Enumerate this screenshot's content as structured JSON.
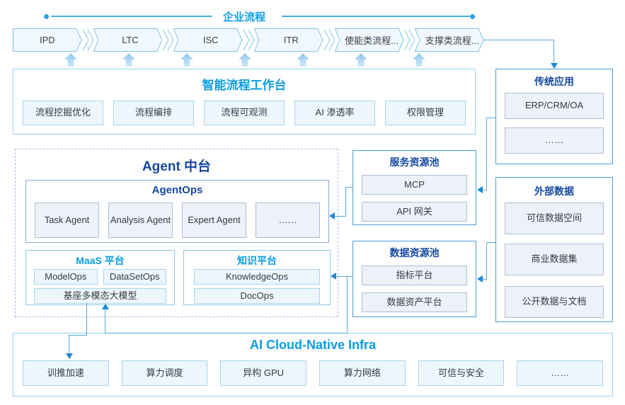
{
  "top": {
    "title": "企业流程",
    "chevrons": [
      "IPD",
      "LTC",
      "ISC",
      "ITR",
      "使能类流程...",
      "支撑类流程..."
    ]
  },
  "workbench": {
    "title": "智能流程工作台",
    "items": [
      "流程挖掘优化",
      "流程编排",
      "流程可观测",
      "AI 渗透率",
      "权限管理"
    ]
  },
  "legacy": {
    "title": "传统应用",
    "items": [
      "ERP/CRM/OA",
      "……"
    ]
  },
  "agent": {
    "title": "Agent 中台",
    "agentops": {
      "title": "AgentOps",
      "items": [
        "Task Agent",
        "Analysis Agent",
        "Expert Agent",
        "……"
      ]
    },
    "maas": {
      "title": "MaaS 平台",
      "items": [
        "ModelOps",
        "DataSetOps"
      ],
      "base": "基座多模态大模型"
    },
    "knowledge": {
      "title": "知识平台",
      "items": [
        "KnowledgeOps",
        "DocOps"
      ]
    }
  },
  "service_pool": {
    "title": "服务资源池",
    "items": [
      "MCP",
      "API 网关"
    ]
  },
  "data_pool": {
    "title": "数据资源池",
    "items": [
      "指标平台",
      "数据资产平台"
    ]
  },
  "external": {
    "title": "外部数据",
    "items": [
      "可信数据空间",
      "商业数据集",
      "公开数据与文档"
    ]
  },
  "infra": {
    "title": "AI Cloud-Native Infra",
    "items": [
      "训推加速",
      "算力调度",
      "异构 GPU",
      "算力网络",
      "可信与安全",
      "……"
    ]
  },
  "colors": {
    "accent_bright": "#0d9ce0",
    "accent_navy": "#16489f",
    "connector": "#57a8dd",
    "arrowhead": "#1d87d3",
    "chevron_border": "#7fc4e8"
  }
}
